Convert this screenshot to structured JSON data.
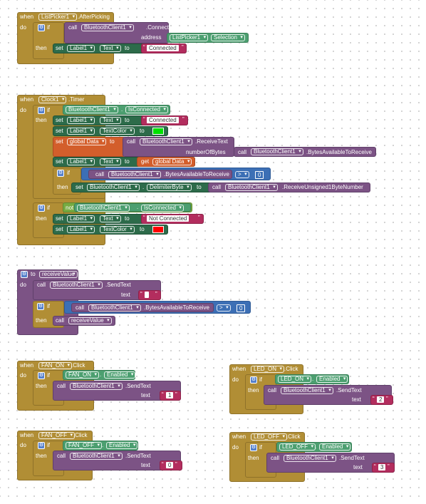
{
  "keywords": {
    "when": "when",
    "do": "do",
    "if": "if",
    "then": "then",
    "call": "call",
    "set": "set",
    "to": "to",
    "get": "get",
    "not": "not",
    "address": "address",
    "numberOfBytes": "numberOfBytes",
    "text": "text"
  },
  "ev1": {
    "component": "ListPicker1",
    "event": ".AfterPicking",
    "method": ".Connect",
    "lp": "ListPicker1",
    "selection": "Selection",
    "label": "Label1",
    "prop": "Text",
    "value": "Connected",
    "bt": "BluetoothClient1"
  },
  "ev2": {
    "component": "Clock1",
    "event": ".Timer",
    "bt": "BluetoothClient1",
    "isConnected": "IsConnected",
    "label": "Label1",
    "text": "Text",
    "textColor": "TextColor",
    "connected": "Connected",
    "gdata": "global Data",
    "receiveText": ".ReceiveText",
    "bytesAvail": ".BytesAvailableToReceive",
    "gt": ">",
    "zero": "0",
    "delimiterByte": "DelimiterByte",
    "receiveUnsigned": ".ReceiveUnsigned1ByteNumber",
    "getData": "global Data",
    "notConnected": "Not Connected",
    "green": "#00e000",
    "red": "#ff0000"
  },
  "proc": {
    "to": "to",
    "name": "receiveValue",
    "sendText": ".SendText",
    "bt": "BluetoothClient1",
    "emptyText": " ",
    "bytesAvail": ".BytesAvailableToReceive",
    "gt": ">",
    "zero": "0",
    "callName": "receiveValue"
  },
  "fanOn": {
    "component": "FAN_ON",
    "event": ".Click",
    "enabled": "Enabled",
    "bt": "BluetoothClient1",
    "send": ".SendText",
    "value": "1"
  },
  "ledOn": {
    "component": "LED_ON",
    "event": ".Click",
    "enabled": "Enabled",
    "bt": "BluetoothClient1",
    "send": ".SendText",
    "value": "2"
  },
  "fanOff": {
    "component": "FAN_OFF",
    "event": ".Click",
    "enabled": "Enabled",
    "bt": "BluetoothClient1",
    "send": ".SendText",
    "value": "0"
  },
  "ledOff": {
    "component": "LED_OFF",
    "event": ".Click",
    "enabled": "Enabled",
    "bt": "BluetoothClient1",
    "send": ".SendText",
    "value": "3"
  }
}
